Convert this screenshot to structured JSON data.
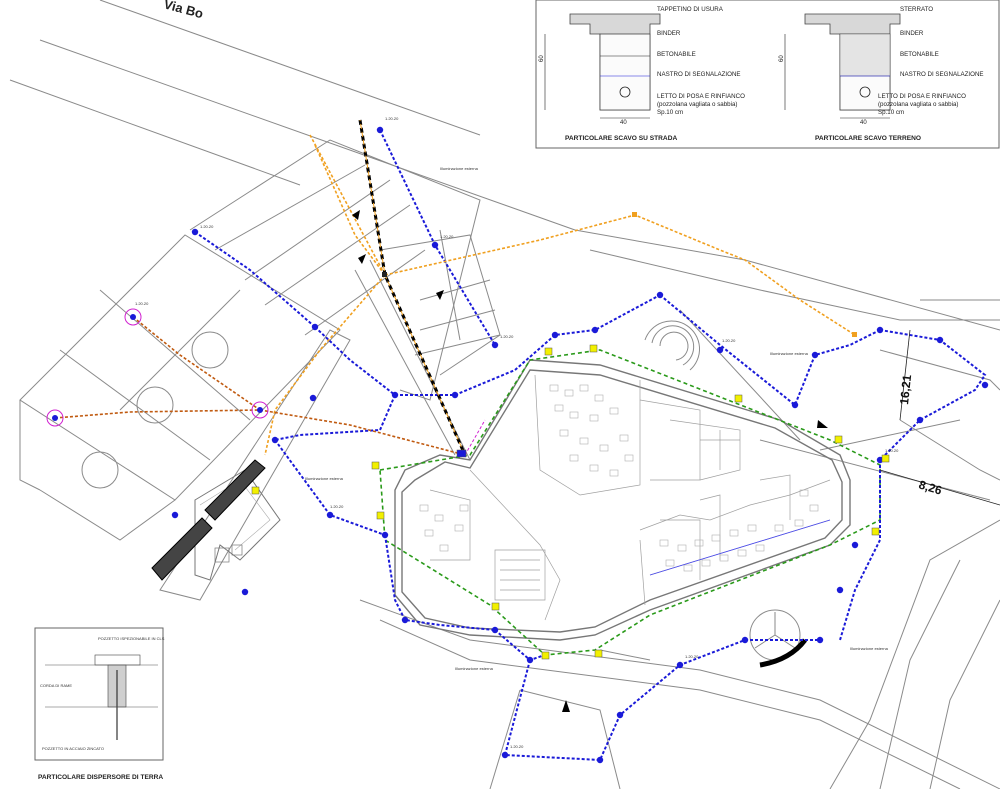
{
  "street_name": "Via Bo",
  "measurements": {
    "horizontal": "8,26",
    "vertical": "16,21"
  },
  "detail_road": {
    "title": "PARTICOLARE SCAVO SU STRADA",
    "labels": [
      "TAPPETINO DI USURA",
      "BINDER",
      "BETONABILE",
      "NASTRO DI SEGNALAZIONE",
      "LETTO DI POSA E RINFIANCO",
      "(pozzolana vagliata o sabbia)",
      "Sp.10 cm"
    ],
    "depth": "60",
    "width": "40"
  },
  "detail_ground": {
    "title": "PARTICOLARE SCAVO TERRENO",
    "labels": [
      "STERRATO",
      "BINDER",
      "BETONABILE",
      "NASTRO DI SEGNALAZIONE",
      "LETTO DI POSA E RINFIANCO",
      "(pozzolana vagliata o sabbia)",
      "Sp.10 cm"
    ],
    "depth": "60",
    "width": "40"
  },
  "detail_earth": {
    "title": "PARTICOLARE DISPERSORE DI TERRA",
    "labels": [
      "POZZETTO ISPEZIONABILE IN CLS",
      "CORDA DI RAME",
      "POZZETTO IN ACCIAIO ZINCATO"
    ]
  },
  "pole_label": "1.20.20",
  "pole_caption": "Illuminazione esterna",
  "colors": {
    "blue_line": "#1a1ad8",
    "orange_line": "#f0a020",
    "brown_line": "#c05a10",
    "green_line": "#2a9a1a",
    "black_line": "#000000",
    "base_line": "#8a8a8a",
    "magenta": "#d020d0",
    "yellow_box": "#f2f000"
  },
  "icons": [
    "pole-icon",
    "junction-box-icon",
    "arrow-icon"
  ]
}
